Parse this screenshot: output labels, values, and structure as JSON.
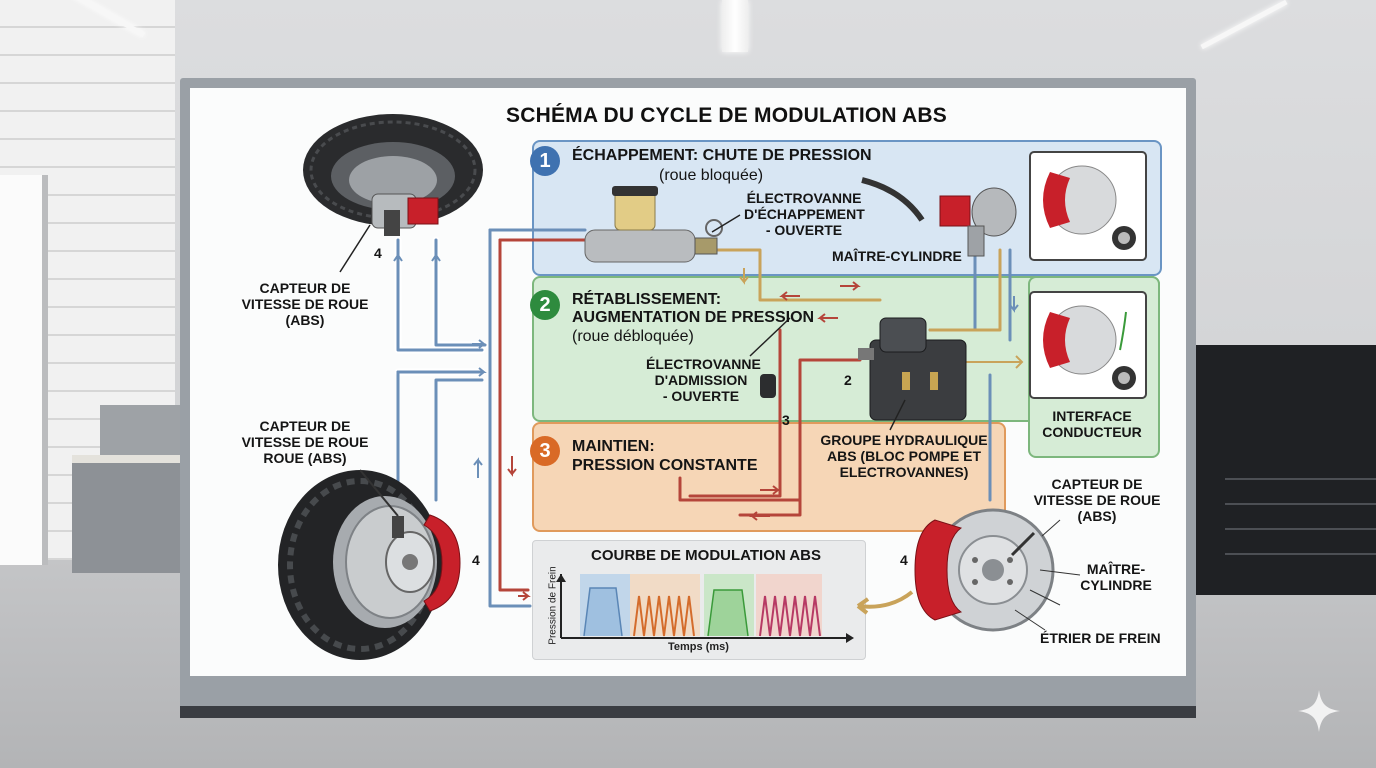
{
  "title": "SCHÉMA DU CYCLE DE MODULATION ABS",
  "phases": [
    {
      "number": "1",
      "title": "ÉCHAPPEMENT: CHUTE DE PRESSION",
      "subtitle": "(roue bloquée)"
    },
    {
      "number": "2",
      "title_line1": "RÉTABLISSEMENT:",
      "title_line2": "AUGMENTATION DE PRESSION",
      "subtitle": "(roue débloquée)"
    },
    {
      "number": "3",
      "title_line1": "MAINTIEN:",
      "title_line2": "PRESSION CONSTANTE"
    }
  ],
  "labels": {
    "exhaust_valve": [
      "ÉLECTROVANNE",
      "D'ÉCHAPPEMENT",
      "- OUVERTE"
    ],
    "master_cylinder_top": "MAÎTRE-CYLINDRE",
    "inlet_valve": [
      "ÉLECTROVANNE",
      "D'ADMISSION",
      "- OUVERTE"
    ],
    "hydraulic_unit": [
      "GROUPE HYDRAULIQUE",
      "ABS (BLOC POMPE ET",
      "ELECTROVANNES)"
    ],
    "driver_interface": [
      "INTERFACE",
      "CONDUCTEUR"
    ],
    "sensor_top_left": [
      "CAPTEUR DE",
      "VITESSE DE ROUE",
      "(ABS)"
    ],
    "sensor_bottom_left": [
      "CAPTEUR DE",
      "VITESSE DE ROUE",
      "ROUE (ABS)"
    ],
    "sensor_right": [
      "CAPTEUR DE",
      "VITESSE DE ROUE",
      "(ABS)"
    ],
    "master_cylinder_right": [
      "MAÎTRE-",
      "CYLINDRE"
    ],
    "caliper": "ÉTRIER DE FREIN",
    "num_4": "4",
    "num_2": "2",
    "num_3": "3"
  },
  "graph": {
    "title": "COURBE DE MODULATION ABS",
    "ylabel": "Pression de Frein",
    "xlabel": "Temps (ms)"
  },
  "colors": {
    "phase1": "#3f72b0",
    "phase2": "#2e8b3e",
    "phase3": "#d96a26",
    "caliper": "#c8202a",
    "pipe_blue": "#6b8fb8",
    "pipe_red": "#b5453a"
  }
}
